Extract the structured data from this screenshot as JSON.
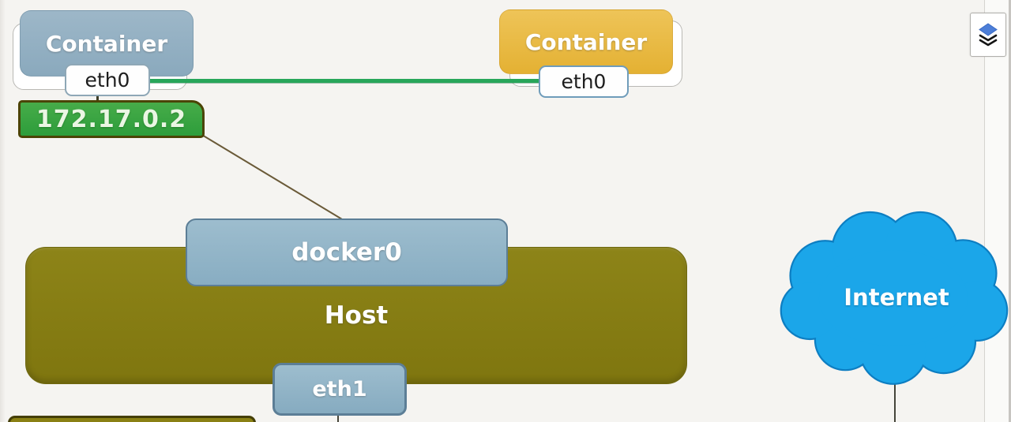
{
  "nodes": {
    "container_left": {
      "label": "Container",
      "interface": "eth0",
      "ip": "172.17.0.2"
    },
    "container_right": {
      "label": "Container",
      "interface": "eth0"
    },
    "bridge": {
      "label": "docker0"
    },
    "host": {
      "label": "Host",
      "interface": "eth1"
    },
    "internet": {
      "label": "Internet"
    }
  },
  "edges": [
    {
      "from": "container_left.eth0",
      "to": "container_right.eth0",
      "style": "green-link"
    },
    {
      "from": "container_left.ip",
      "to": "bridge",
      "style": "thin-line"
    },
    {
      "from": "host.eth1",
      "to": "bottom-edge",
      "style": "thin-line"
    },
    {
      "from": "internet",
      "to": "bottom-edge",
      "style": "thin-line"
    }
  ],
  "icons": {
    "toolbar": "layers-icon"
  },
  "colors": {
    "container_left_fill": "#8FAFC2",
    "container_right_fill": "#E8B93E",
    "bridge_fill": "#8FB2C6",
    "host_fill": "#857C12",
    "ip_fill": "#2EA643",
    "ip_border": "#4B4405",
    "link_green": "#28A65A",
    "cloud_fill": "#1BA6E9",
    "cloud_stroke": "#0D7EC2",
    "icon_diamond": "#4C7ED8"
  }
}
